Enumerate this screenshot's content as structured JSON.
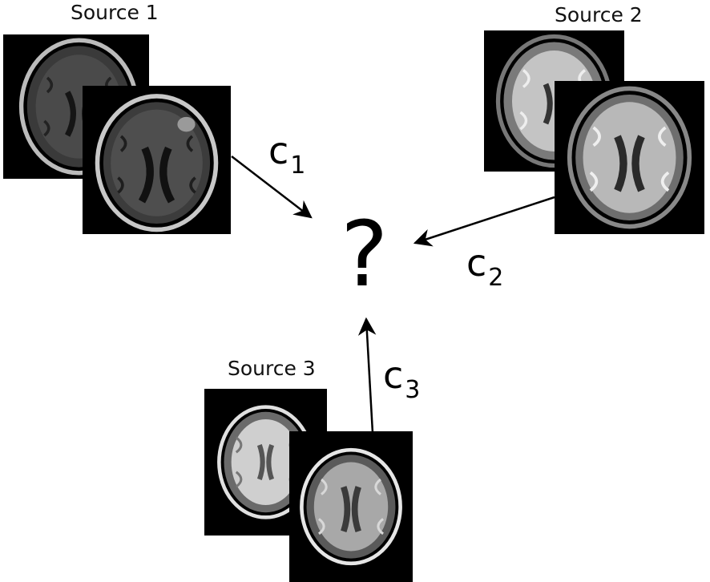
{
  "sources": [
    {
      "label": "Source 1"
    },
    {
      "label": "Source 2"
    },
    {
      "label": "Source 3"
    }
  ],
  "target": {
    "symbol": "?"
  },
  "coefficients": [
    {
      "base": "c",
      "sub": "1"
    },
    {
      "base": "c",
      "sub": "2"
    },
    {
      "base": "c",
      "sub": "3"
    }
  ],
  "colors": {
    "background": "#ffffff",
    "scan_background": "#000000",
    "arrow": "#000000"
  }
}
